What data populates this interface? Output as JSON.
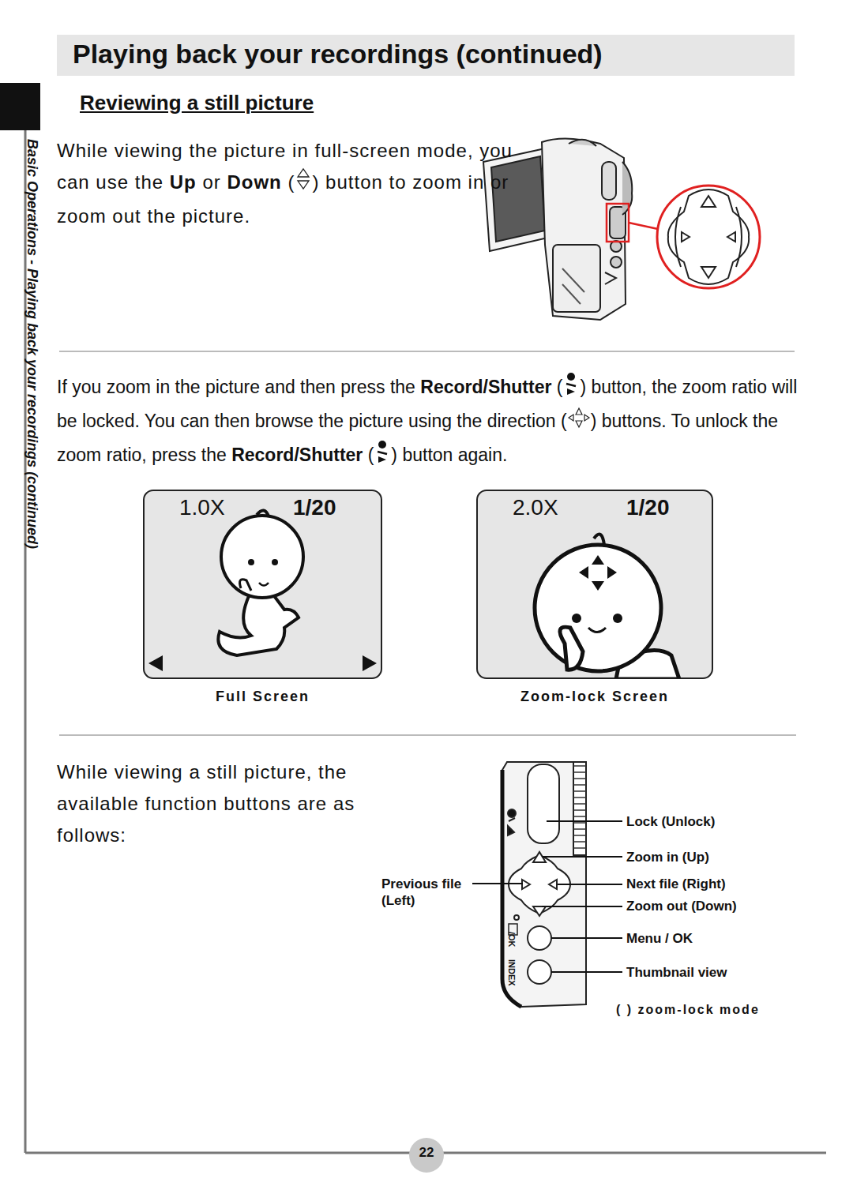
{
  "diagram": {
    "title": "Playing back your recordings (continued)",
    "nodes": [
      {
        "text": [
          "1.0X",
          "1/20",
          "Full Screen"
        ]
      },
      {
        "text": [
          "2.0X",
          "1/20",
          "Zoom-lock Screen"
        ]
      },
      {
        "text": [
          "22"
        ]
      }
    ],
    "labels": [
      "Reviewing a still picture",
      "While viewing the picture in full-screen mode, you can use the",
      "Up",
      "or",
      "Down",
      "(",
      ") button to zoom in or zoom out the picture.",
      "If you zoom in the picture and then press the",
      "Record/Shutter",
      "(",
      ") button, the zoom ratio will be locked. You can then browse the picture using the direction (",
      ") buttons. To unlock the zoom ratio, press the",
      "Record/Shutter",
      "(",
      ") button again.",
      "While viewing a still picture, the available function buttons are as follows:",
      "Lock (Unlock)",
      "Zoom in (Up)",
      "Previous file (Left)",
      "Next file (Right)",
      "Zoom out (Down)",
      "Menu / OK",
      "Thumbnail view",
      "( ) zoom-lock mode",
      "/OK",
      "INDEX",
      "Basic Operations - Playing back your recordings (continued)"
    ]
  }
}
